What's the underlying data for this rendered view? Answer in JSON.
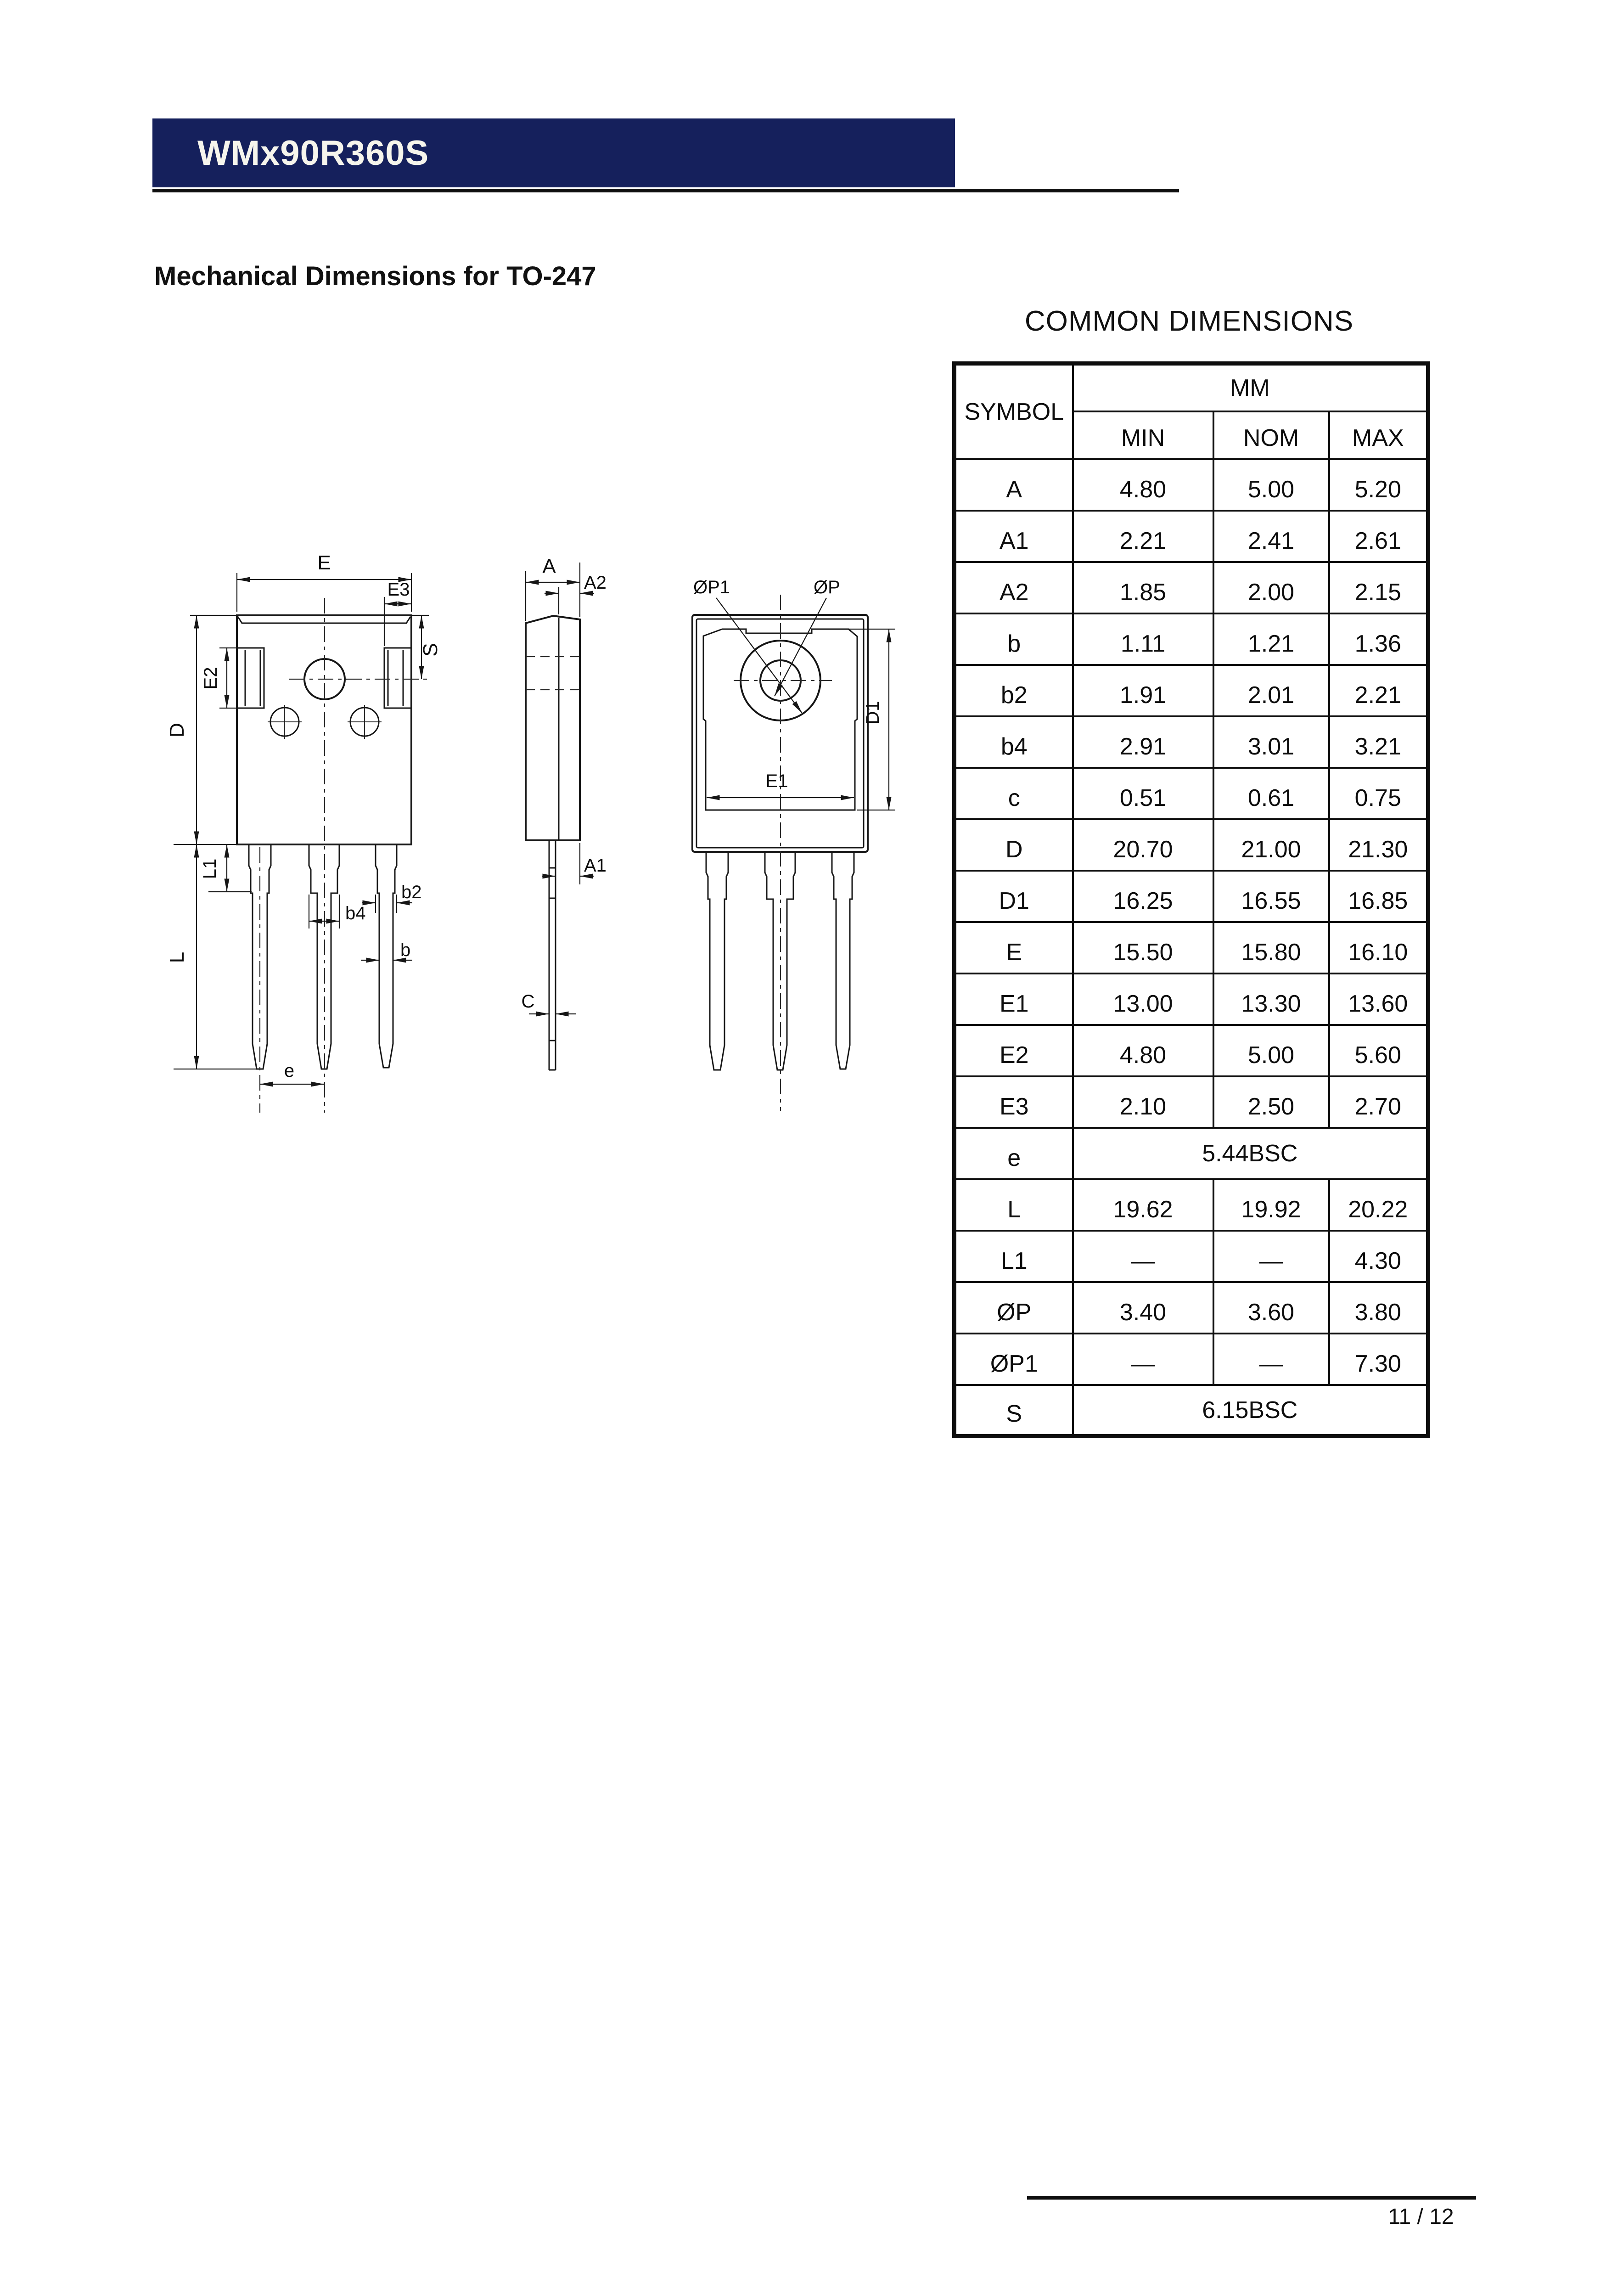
{
  "header": {
    "part_number": "WMx90R360S",
    "bar_color": "#15205c",
    "text_color": "#f6f5ec"
  },
  "section": {
    "title": "Mechanical Dimensions for TO-247"
  },
  "dimensions_table": {
    "title": "COMMON DIMENSIONS",
    "symbol_header": "SYMBOL",
    "unit_header": "MM",
    "columns": [
      "MIN",
      "NOM",
      "MAX"
    ],
    "rows": [
      {
        "symbol": "A",
        "min": "4.80",
        "nom": "5.00",
        "max": "5.20"
      },
      {
        "symbol": "A1",
        "min": "2.21",
        "nom": "2.41",
        "max": "2.61"
      },
      {
        "symbol": "A2",
        "min": "1.85",
        "nom": "2.00",
        "max": "2.15"
      },
      {
        "symbol": "b",
        "min": "1.11",
        "nom": "1.21",
        "max": "1.36"
      },
      {
        "symbol": "b2",
        "min": "1.91",
        "nom": "2.01",
        "max": "2.21"
      },
      {
        "symbol": "b4",
        "min": "2.91",
        "nom": "3.01",
        "max": "3.21"
      },
      {
        "symbol": "c",
        "min": "0.51",
        "nom": "0.61",
        "max": "0.75"
      },
      {
        "symbol": "D",
        "min": "20.70",
        "nom": "21.00",
        "max": "21.30"
      },
      {
        "symbol": "D1",
        "min": "16.25",
        "nom": "16.55",
        "max": "16.85"
      },
      {
        "symbol": "E",
        "min": "15.50",
        "nom": "15.80",
        "max": "16.10"
      },
      {
        "symbol": "E1",
        "min": "13.00",
        "nom": "13.30",
        "max": "13.60"
      },
      {
        "symbol": "E2",
        "min": "4.80",
        "nom": "5.00",
        "max": "5.60"
      },
      {
        "symbol": "E3",
        "min": "2.10",
        "nom": "2.50",
        "max": "2.70"
      },
      {
        "symbol": "e",
        "span": "5.44BSC"
      },
      {
        "symbol": "L",
        "min": "19.62",
        "nom": "19.92",
        "max": "20.22"
      },
      {
        "symbol": "L1",
        "min": "—",
        "nom": "—",
        "max": "4.30"
      },
      {
        "symbol": "ØP",
        "min": "3.40",
        "nom": "3.60",
        "max": "3.80"
      },
      {
        "symbol": "ØP1",
        "min": "—",
        "nom": "—",
        "max": "7.30"
      },
      {
        "symbol": "S",
        "span": "6.15BSC"
      }
    ]
  },
  "drawing": {
    "labels": {
      "E": "E",
      "E3": "E3",
      "S": "S",
      "E2": "E2",
      "D": "D",
      "L1": "L1",
      "L": "L",
      "b4": "b4",
      "b2": "b2",
      "b": "b",
      "e": "e",
      "A": "A",
      "A2": "A2",
      "A1": "A1",
      "C": "C",
      "OP1": "ØP1",
      "OP": "ØP",
      "D1": "D1",
      "E1": "E1"
    }
  },
  "footer": {
    "page_number": "11 / 12"
  }
}
